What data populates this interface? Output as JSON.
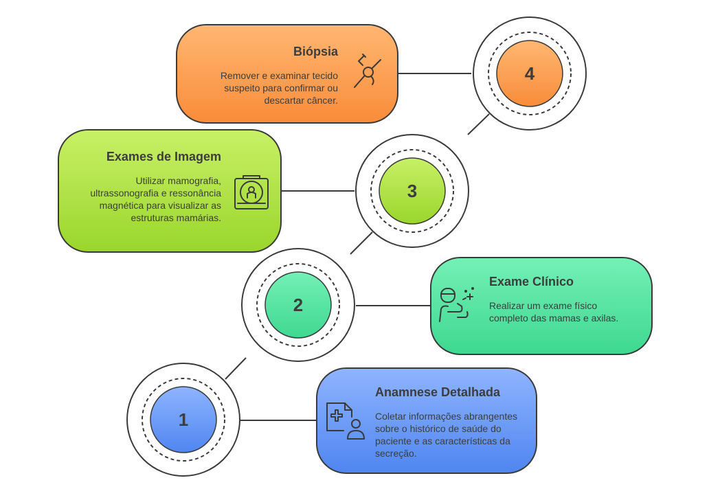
{
  "steps": [
    {
      "number": "1",
      "title": "Anamnese Detalhada",
      "description": "Coletar informações abrangentes sobre o histórico de saúde do paciente e as características da secreção.",
      "icon": "medical-record-icon",
      "color_top": "#8fb4ff",
      "color_bottom": "#4f86f0"
    },
    {
      "number": "2",
      "title": "Exame Clínico",
      "description": "Realizar um exame físico completo das mamas e axilas.",
      "icon": "doctor-examination-icon",
      "color_top": "#74f0b6",
      "color_bottom": "#3ed891"
    },
    {
      "number": "3",
      "title": "Exames de Imagem",
      "description": "Utilizar mamografia, ultrassonografia e ressonância magnética para visualizar as estruturas mamárias.",
      "icon": "mri-scanner-icon",
      "color_top": "#c8f066",
      "color_bottom": "#9ad62c"
    },
    {
      "number": "4",
      "title": "Biópsia",
      "description": "Remover e examinar tecido suspeito para confirmar ou descartar câncer.",
      "icon": "biopsy-needle-icon",
      "color_top": "#ffb772",
      "color_bottom": "#f98c3a"
    }
  ]
}
